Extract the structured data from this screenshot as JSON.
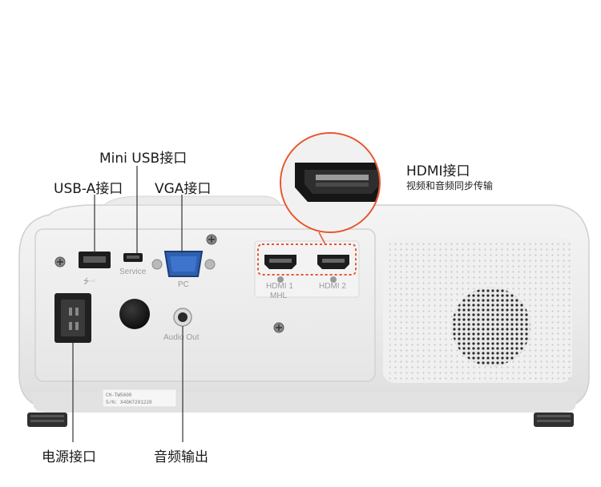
{
  "labels": {
    "mini_usb": "Mini USB接口",
    "usb_a": "USB-A接口",
    "vga": "VGA接口",
    "hdmi_title": "HDMI接口",
    "hdmi_sub": "视频和音频同步传输",
    "power": "电源接口",
    "audio": "音频输出"
  },
  "panel_text": {
    "service": "Service",
    "pc": "PC",
    "hdmi1": "HDMI 1",
    "mhl": "MHL",
    "hdmi2": "HDMI 2",
    "audio_out": "Audio Out",
    "model": "CH-TW5600",
    "serial": "S/N: X4GH7201228"
  },
  "colors": {
    "accent": "#e8542c",
    "leader": "#333333"
  }
}
